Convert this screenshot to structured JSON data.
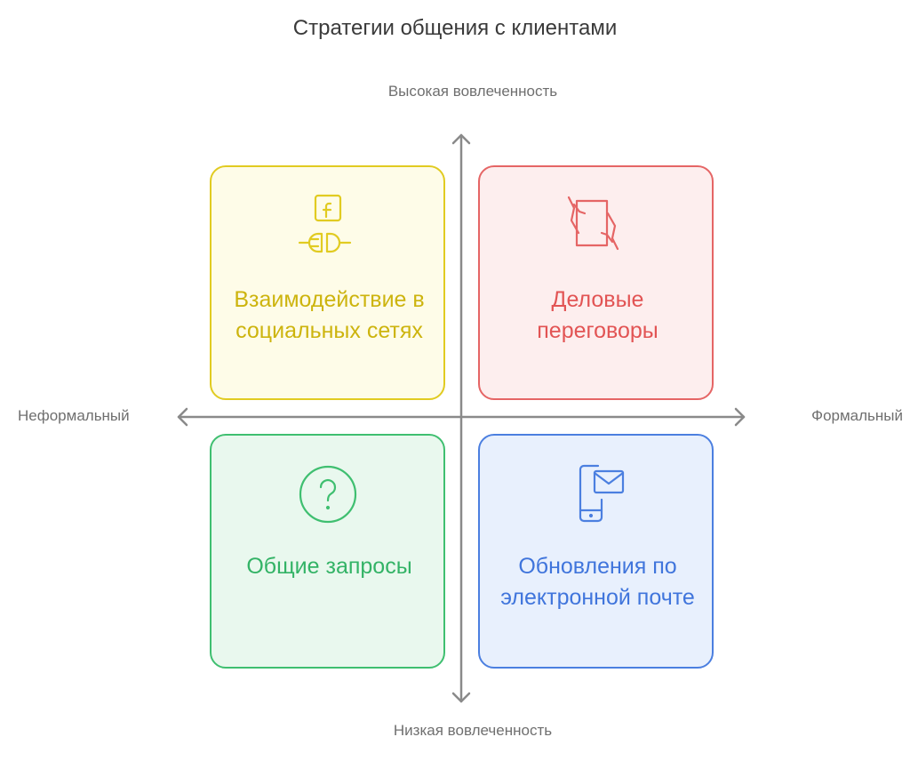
{
  "title": "Стратегии общения с клиентами",
  "axes": {
    "top": "Высокая вовлеченность",
    "bottom": "Низкая вовлеченность",
    "left": "Неформальный",
    "right": "Формальный"
  },
  "quadrants": [
    {
      "label": "Взаимодействие в социальных сетях",
      "icon": "facebook-plug-icon",
      "color": "#e1cb21",
      "background": "#fefce8"
    },
    {
      "label": "Деловые переговоры",
      "icon": "handshake-document-icon",
      "color": "#e56565",
      "background": "#fdeeee"
    },
    {
      "label": "Общие запросы",
      "icon": "question-circle-icon",
      "color": "#3fbf70",
      "background": "#e9f8ee"
    },
    {
      "label": "Обновления по электронной почте",
      "icon": "phone-mail-icon",
      "color": "#4b7fe0",
      "background": "#e8f0fd"
    }
  ]
}
